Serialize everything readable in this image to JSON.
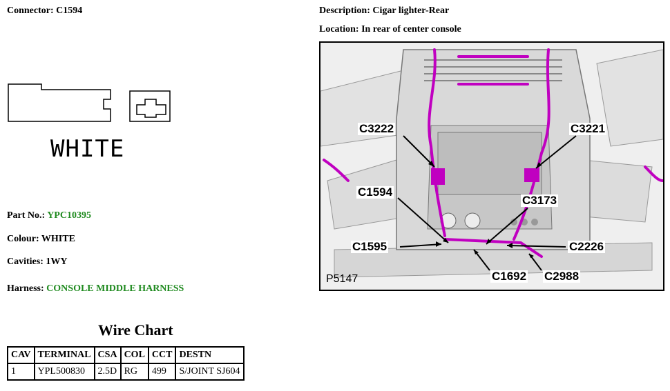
{
  "connector": {
    "label": "Connector:",
    "value": "C1594"
  },
  "description": {
    "label": "Description:",
    "value": "Cigar lighter-Rear"
  },
  "location": {
    "label": "Location:",
    "value": "In rear of center console"
  },
  "colour_diagram_text": "WHITE",
  "part_no": {
    "label": "Part No.:",
    "value": "YPC10395"
  },
  "colour": {
    "label": "Colour:",
    "value": "WHITE"
  },
  "cavities": {
    "label": "Cavities:",
    "value": "1WY"
  },
  "harness": {
    "label": "Harness:",
    "value": "CONSOLE MIDDLE HARNESS"
  },
  "image": {
    "figure_id": "P5147",
    "callouts": [
      "C3222",
      "C3221",
      "C1594",
      "C3173",
      "C1595",
      "C2226",
      "C1692",
      "C2988"
    ]
  },
  "wire_chart": {
    "title": "Wire Chart",
    "headers": [
      "CAV",
      "TERMINAL",
      "CSA",
      "COL",
      "CCT",
      "DESTN"
    ],
    "rows": [
      [
        "1",
        "YPL500830",
        "2.5D",
        "RG",
        "499",
        "S/JOINT SJ604"
      ]
    ]
  },
  "colors": {
    "label_green": "#1f8a1f",
    "harness_magenta": "#c000c0"
  }
}
